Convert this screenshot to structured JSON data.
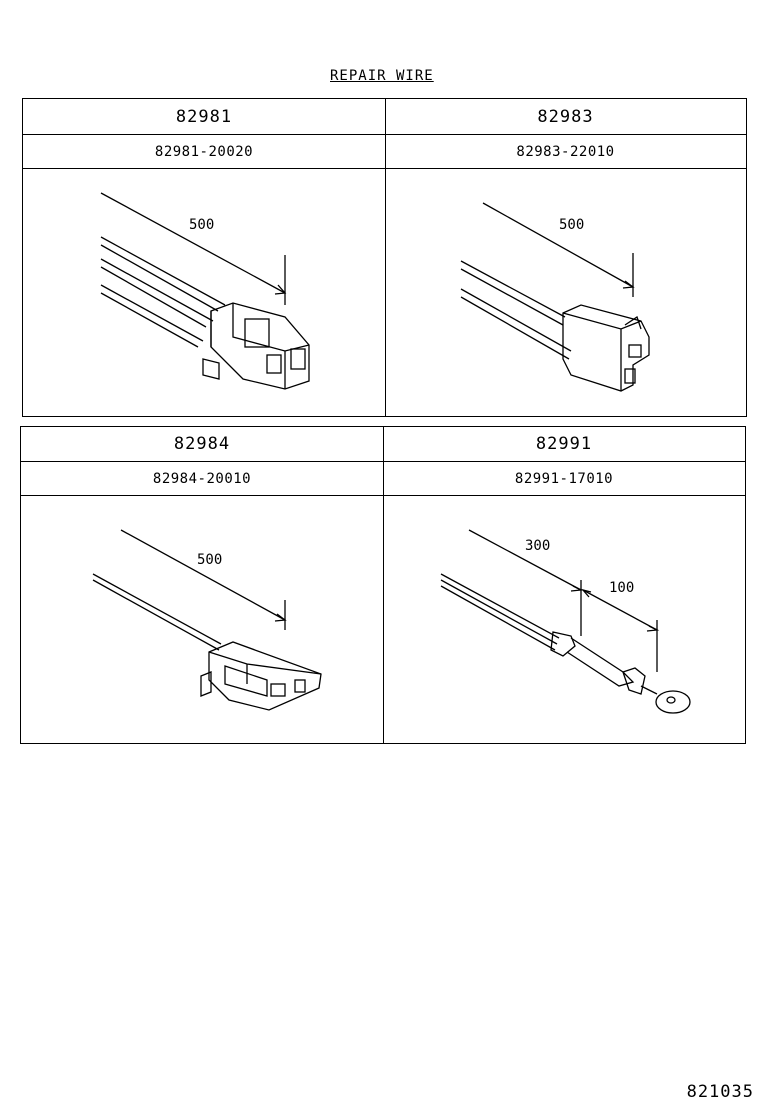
{
  "title": "REPAIR WIRE",
  "panels": [
    {
      "code": "82981",
      "part": "82981-20020",
      "dims": [
        "500"
      ]
    },
    {
      "code": "82983",
      "part": "82983-22010",
      "dims": [
        "500"
      ]
    },
    {
      "code": "82984",
      "part": "82984-20010",
      "dims": [
        "500"
      ]
    },
    {
      "code": "82991",
      "part": "82991-17010",
      "dims": [
        "300",
        "100"
      ]
    }
  ],
  "page_code": "821035"
}
